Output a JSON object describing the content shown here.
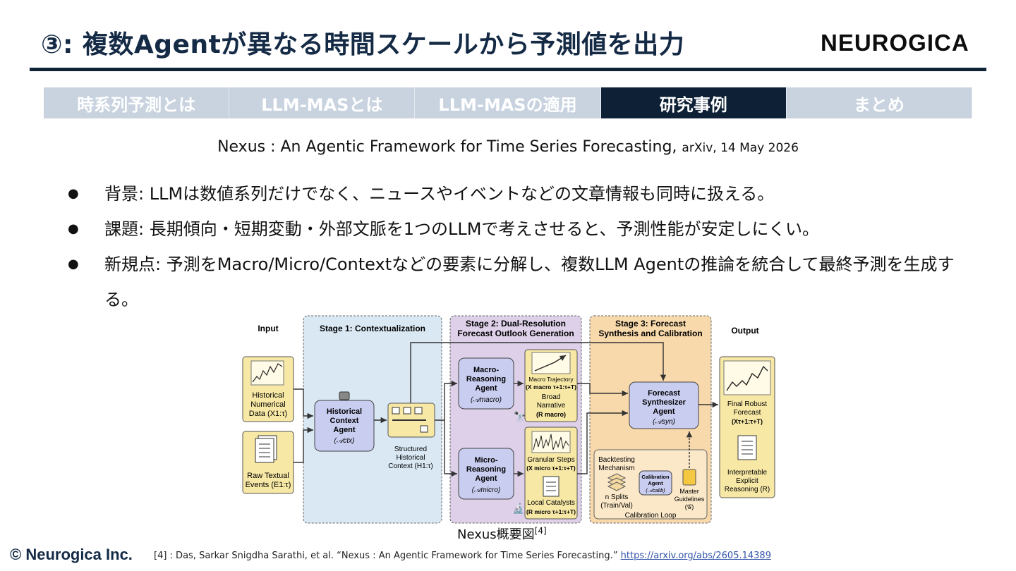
{
  "header": {
    "title": "③: 複数Agentが異なる時間スケールから予測値を出力",
    "logo_text": "NEUROGICA"
  },
  "tabs": [
    {
      "label": "時系列予測とは",
      "active": false
    },
    {
      "label": "LLM-MASとは",
      "active": false
    },
    {
      "label": "LLM-MASの適用",
      "active": false
    },
    {
      "label": "研究事例",
      "active": true
    },
    {
      "label": "まとめ",
      "active": false
    }
  ],
  "citation": {
    "title": "Nexus : An Agentic Framework for Time Series Forecasting,",
    "venue": "arXiv, 14 May 2026"
  },
  "bullets": [
    "背景: LLMは数値系列だけでなく、ニュースやイベントなどの文章情報も同時に扱える。",
    "課題: 長期傾向・短期変動・外部文脈を1つのLLMで考えさせると、予測性能が安定しにくい。",
    "新規点: 予測をMacro/Micro/Contextなどの要素に分解し、複数LLM Agentの推論を統合して最終予測を生成する。"
  ],
  "diagram": {
    "input_label": "Input",
    "output_label": "Output",
    "stage1": "Stage 1: Contextualization",
    "stage2_line1": "Stage 2: Dual-Resolution",
    "stage2_line2": "Forecast Outlook Generation",
    "stage3_line1": "Stage 3: Forecast",
    "stage3_line2": "Synthesis and Calibration",
    "hist_num": [
      "Historical",
      "Numerical",
      "Data (X1:τ)"
    ],
    "raw_text": [
      "Raw Textual",
      "Events (E1:τ)"
    ],
    "hca": [
      "Historical",
      "Context",
      "Agent",
      "(𝒜ctx)"
    ],
    "structured": [
      "Structured",
      "Historical",
      "Context (H1:τ)"
    ],
    "macro_agent": [
      "Macro-",
      "Reasoning",
      "Agent",
      "(𝒜macro)"
    ],
    "micro_agent": [
      "Micro-",
      "Reasoning",
      "Agent",
      "(𝒜micro)"
    ],
    "macro_traj": [
      "Macro Trajectory",
      "(X macro τ+1:τ+T)",
      "Broad",
      "Narrative",
      "(R macro)"
    ],
    "granular": [
      "Granular Steps",
      "(X micro τ+1:τ+T)"
    ],
    "local_cat": [
      "Local Catalysts",
      "(R micro τ+1:τ+T)"
    ],
    "forecast_syn": [
      "Forecast",
      "Synthesizer",
      "Agent",
      "(𝒜syn)"
    ],
    "backtesting": [
      "Backtesting",
      "Mechanism"
    ],
    "n_splits": [
      "n Splits",
      "(Train/Val)"
    ],
    "calib_agent": [
      "Calibration",
      "Agent",
      "(𝒜calib)"
    ],
    "master": [
      "Master",
      "Guidelines",
      "(𝒢)"
    ],
    "calib_loop": "Calibration Loop",
    "final": [
      "Final Robust",
      "Forecast",
      "(Xτ+1:τ+T)"
    ],
    "interp": [
      "Interpretable",
      "Explicit",
      "Reasoning (R)"
    ]
  },
  "caption": {
    "text": "Nexus概要図",
    "ref": "[4]"
  },
  "footer": {
    "copyright": "© Neurogica Inc.",
    "footnote": "[4] : Das, Sarkar Snigdha Sarathi, et al. “Nexus : An Agentic Framework for Time Series Forecasting.”",
    "link": "https://arxiv.org/abs/2605.14389"
  },
  "colors": {
    "title": "#142a45",
    "active_tab": "#0e2036",
    "inactive_tab": "#c8d3df",
    "stage1_bg": "#d9e8f3",
    "stage2_bg": "#ddd0e8",
    "stage3_bg": "#f8d9ab",
    "agent_box": "#c9cdf0",
    "data_box": "#f7e8a6"
  }
}
